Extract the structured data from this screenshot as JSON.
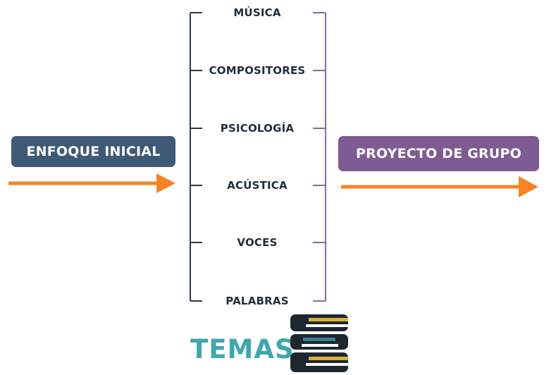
{
  "diagram": {
    "start_label": "ENFOQUE INICIAL",
    "goal_label": "PROYECTO DE GRUPO",
    "topics": [
      "MÚSICA",
      "COMPOSITORES",
      "PSICOLOGÍA",
      "ACÚSTICA",
      "VOCES",
      "PALABRAS"
    ]
  },
  "brand": {
    "word": "TEMAS",
    "logo": "book-stack-icon"
  },
  "colors": {
    "start_box": "#3e5a76",
    "goal_box": "#7f5b93",
    "arrow": "#f58426",
    "left_bracket": "#2a3a4c",
    "right_bracket": "#8a6a9c",
    "topic_text": "#1f2d3d",
    "brand_text": "#3fa7ad",
    "book_dark": "#1d2730",
    "book_gold": "#d9b13b",
    "book_teal": "#3d7f8c"
  }
}
